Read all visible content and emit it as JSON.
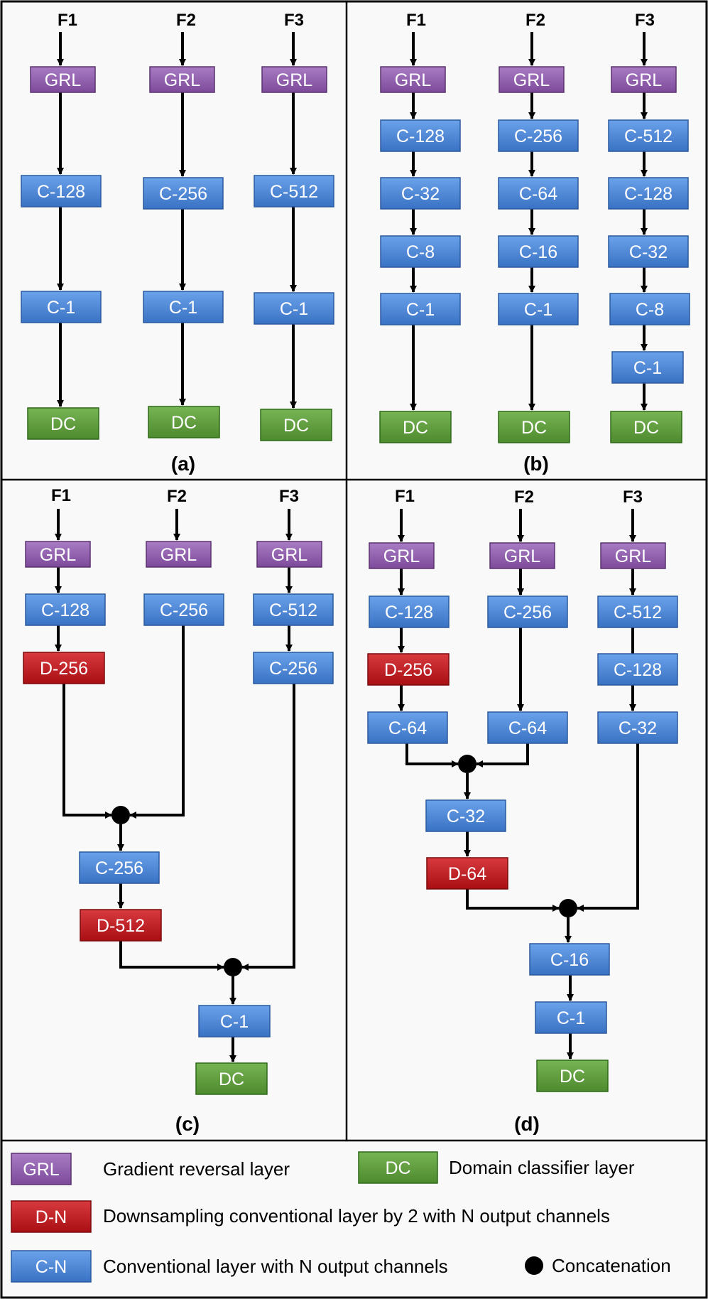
{
  "inputs": {
    "f1": "F1",
    "f2": "F2",
    "f3": "F3"
  },
  "labels": {
    "grl": "GRL",
    "dc": "DC",
    "c128": "C-128",
    "c256": "C-256",
    "c512": "C-512",
    "c64": "C-64",
    "c32": "C-32",
    "c16": "C-16",
    "c8": "C-8",
    "c1": "C-1",
    "d256": "D-256",
    "d512": "D-512",
    "d64": "D-64"
  },
  "captions": {
    "a": "(a)",
    "b": "(b)",
    "c": "(c)",
    "d": "(d)"
  },
  "legend": {
    "grl_key": "GRL",
    "grl_desc": "Gradient reversal layer",
    "dc_key": "DC",
    "dc_desc": "Domain classifier layer",
    "dn_key": "D-N",
    "dn_desc": "Downsampling conventional layer by 2 with N output channels",
    "cn_key": "C-N",
    "cn_desc": "Conventional layer with N output channels",
    "concat_desc": "Concatenation"
  },
  "colors": {
    "grl": "#8e5aa8",
    "conv": "#4a86d9",
    "down": "#c0161b",
    "dc": "#5c9a3a",
    "frame": "#000000",
    "panel": "#f9f9f9"
  }
}
